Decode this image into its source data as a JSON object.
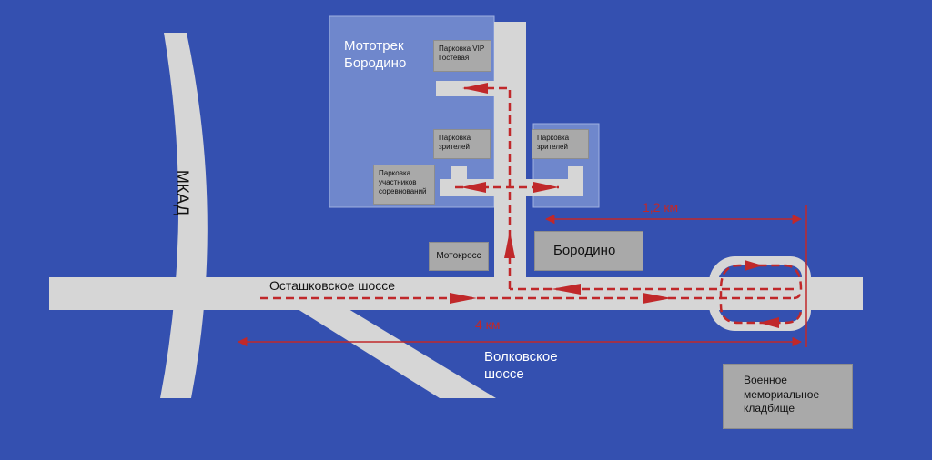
{
  "colors": {
    "background": "#3450b0",
    "road": "#d6d6d6",
    "venue_area": "#6f87cc",
    "route": "#c0282a",
    "label_box": "#a9a9a9"
  },
  "venue": {
    "name_line1": "Мототрек",
    "name_line2": "Бородино"
  },
  "roads": {
    "mkad": "МКАД",
    "ostashkovskoe": "Осташковское шоссе",
    "volkovskoe_line1": "Волковское",
    "volkovskoe_line2": "шоссе"
  },
  "parking": {
    "vip_line1": "Парковка VIP",
    "vip_line2": "Гостевая",
    "spectators_left_line1": "Парковка",
    "spectators_left_line2": "зрителей",
    "spectators_right_line1": "Парковка",
    "spectators_right_line2": "зрителей",
    "participants_line1": "Парковка",
    "participants_line2": "участников",
    "participants_line3": "соревнований"
  },
  "places": {
    "motocross": "Мотокросс",
    "borodino": "Бородино",
    "cemetery_line1": "Военное",
    "cemetery_line2": "мемориальное",
    "cemetery_line3": "кладбище"
  },
  "distances": {
    "short": "1,2 км",
    "long": "4 км"
  }
}
